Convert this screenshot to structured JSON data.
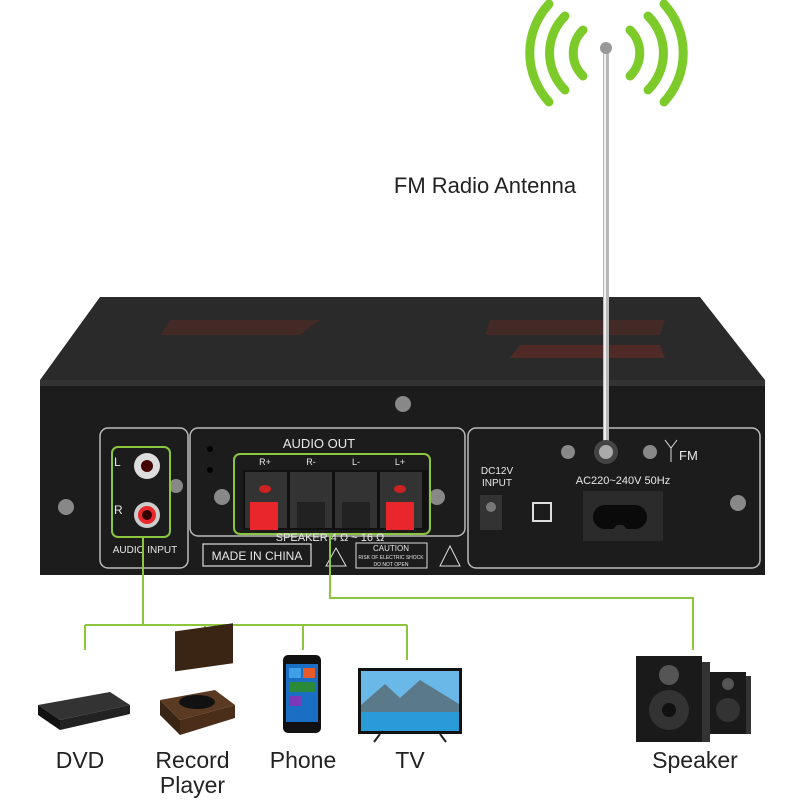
{
  "antenna_label": "FM Radio Antenna",
  "panel": {
    "audio_input": {
      "title": "AUDIO INPUT",
      "left": "L",
      "right": "R"
    },
    "audio_out": {
      "title": "AUDIO OUT",
      "terminals": [
        "R+",
        "R-",
        "L-",
        "L+"
      ],
      "speaker_spec": "SPEAKER   4 Ω ~ 16 Ω"
    },
    "made_in": "MADE IN CHINA",
    "caution": {
      "title": "CAUTION",
      "line1": "RISK OF ELECTRIC SHOCK",
      "line2": "DO NOT OPEN"
    },
    "dc_input": {
      "line1": "DC12V",
      "line2": "INPUT"
    },
    "ac_input": "AC220~240V 50Hz",
    "fm": "FM"
  },
  "sources": [
    {
      "label": "DVD",
      "icon": "dvd-player-icon"
    },
    {
      "label": "Record Player",
      "icon": "record-player-icon"
    },
    {
      "label": "Phone",
      "icon": "phone-icon"
    },
    {
      "label": "TV",
      "icon": "tv-icon"
    }
  ],
  "output": {
    "label": "Speaker",
    "icon": "speaker-icon"
  },
  "colors": {
    "connector_green": "#8cc63f",
    "signal_green": "#7ccb2b",
    "chassis": "#1c1c1c",
    "terminal_red": "#e8262c"
  }
}
